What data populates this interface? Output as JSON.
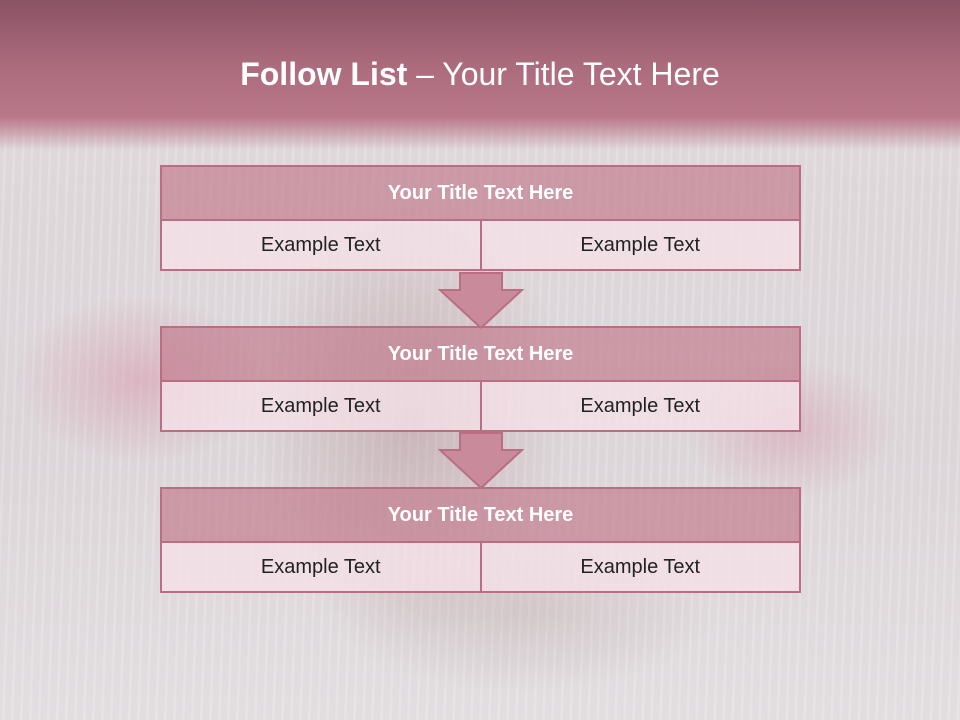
{
  "slide": {
    "title_bold": "Follow List",
    "title_rest": " – Your Title Text Here"
  },
  "blocks": [
    {
      "title": "Your Title Text Here",
      "cells": [
        "Example Text",
        "Example Text"
      ]
    },
    {
      "title": "Your Title Text Here",
      "cells": [
        "Example Text",
        "Example Text"
      ]
    },
    {
      "title": "Your Title Text Here",
      "cells": [
        "Example Text",
        "Example Text"
      ]
    }
  ],
  "colors": {
    "header": "#ac6c7e",
    "block_title": "#c48092",
    "border": "#b96e84",
    "cell": "#f5e1e8",
    "text_dark": "#222222"
  },
  "icons": [
    "down-arrow"
  ]
}
